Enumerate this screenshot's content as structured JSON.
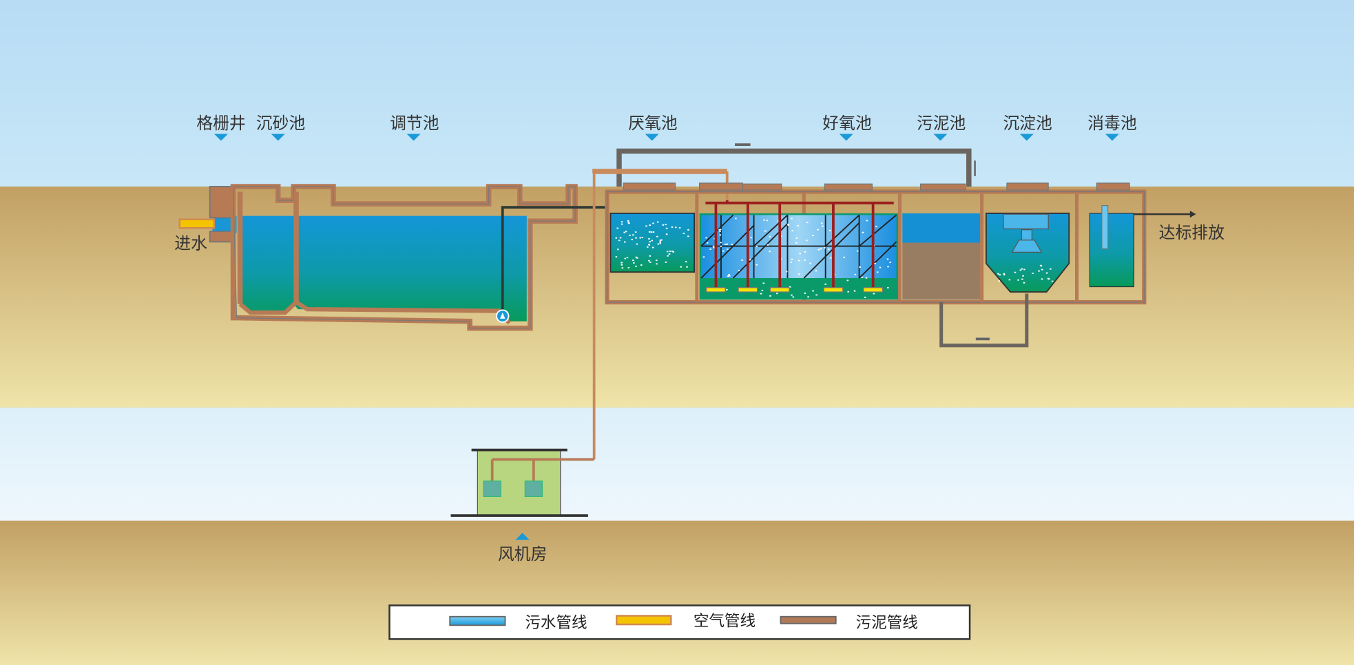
{
  "labels": {
    "grille_well": "格栅井",
    "grit_chamber": "沉砂池",
    "equalization_tank": "调节池",
    "anoxic_tank": "厌氧池",
    "aerobic_tank": "好氧池",
    "sludge_tank": "污泥池",
    "sedimentation_tank": "沉淀池",
    "disinfection_tank": "消毒池",
    "inlet": "进水",
    "discharge": "达标排放",
    "blower_room": "风机房"
  },
  "legend": [
    {
      "label": "污水管线",
      "color": "#3aa9e0"
    },
    {
      "label": "空气管线",
      "color": "#f5c400"
    },
    {
      "label": "污泥管线",
      "color": "#b07a58"
    }
  ],
  "colors": {
    "sky": "#bde0f6",
    "ground": "#c4a468",
    "wall": "#b67a55",
    "water_top": "#1a9ad8",
    "water_bottom": "#079a5a"
  }
}
